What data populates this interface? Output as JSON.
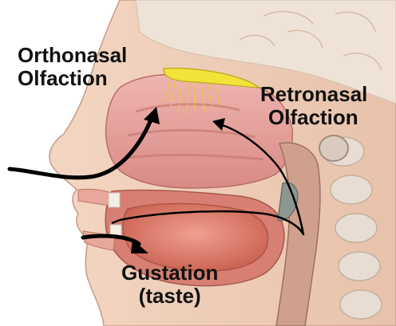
{
  "labels": {
    "orthonasal": [
      "Orthonasal",
      "Olfaction"
    ],
    "retronasal": [
      "Retronasal",
      "Olfaction"
    ],
    "gustation": [
      "Gustation",
      "(taste)"
    ]
  },
  "colors": {
    "skin": "#f2d9c6",
    "nasal_cavity": "#e9a3a0",
    "olfactory_nerve": "#f2e23a",
    "tongue": "#e07c6e",
    "arrow": "#000000"
  }
}
